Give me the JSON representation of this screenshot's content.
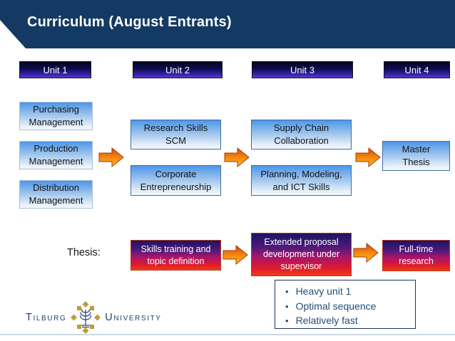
{
  "title": "Curriculum (August Entrants)",
  "units": {
    "u1": "Unit 1",
    "u2": "Unit 2",
    "u3": "Unit 3",
    "u4": "Unit 4"
  },
  "courses": {
    "purchasing": "Purchasing\nManagement",
    "production": "Production\nManagement",
    "distribution": "Distribution\nManagement",
    "research": "Research Skills\nSCM",
    "entrepreneurship": "Corporate\nEntrepreneurship",
    "collaboration": "Supply Chain\nCollaboration",
    "planning": "Planning, Modeling,\nand ICT Skills",
    "master": "Master\nThesis"
  },
  "thesis": {
    "label": "Thesis:",
    "stage1": "Skills training and\ntopic definition",
    "stage2": "Extended proposal\ndevelopment under\nsupervisor",
    "stage3": "Full-time\nresearch"
  },
  "notes": {
    "bullet": "•",
    "item1": "Heavy unit 1",
    "item2": "Optimal sequence",
    "item3": "Relatively fast"
  },
  "logo": {
    "left": "Tilburg",
    "right": "University"
  },
  "colors": {
    "header_navy": "#143A63",
    "unit_purple": "#3A28B5",
    "course_blue": "#4D96E8",
    "arrow_orange": "#F28A18",
    "stage_red": "#DD1A30",
    "note_text": "#1F4E79",
    "logo_gold": "#BE9B3F"
  }
}
